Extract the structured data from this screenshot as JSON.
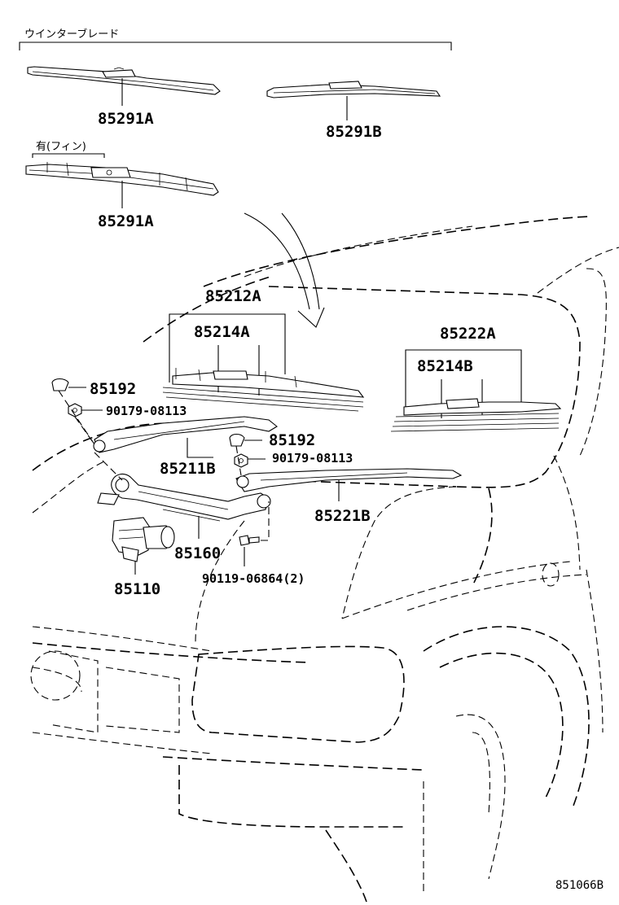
{
  "header": {
    "group_title": "ウインターブレード",
    "note": "有(フィン)"
  },
  "parts": {
    "blade_a1": "85291A",
    "blade_b": "85291B",
    "blade_a2": "85291A",
    "blade_assy_rh": "85212A",
    "blade_rubber_rh": "85214A",
    "cap_upper": "85192",
    "nut_upper": "90179-08113",
    "arm_rh": "85211B",
    "cap_lower": "85192",
    "nut_lower": "90179-08113",
    "link_assy": "85160",
    "motor": "85110",
    "bolt": "90119-06864(2)",
    "blade_assy_lh": "85222A",
    "blade_rubber_lh": "85214B",
    "arm_lh": "85221B"
  },
  "footer": {
    "diagram_code": "851066B"
  }
}
